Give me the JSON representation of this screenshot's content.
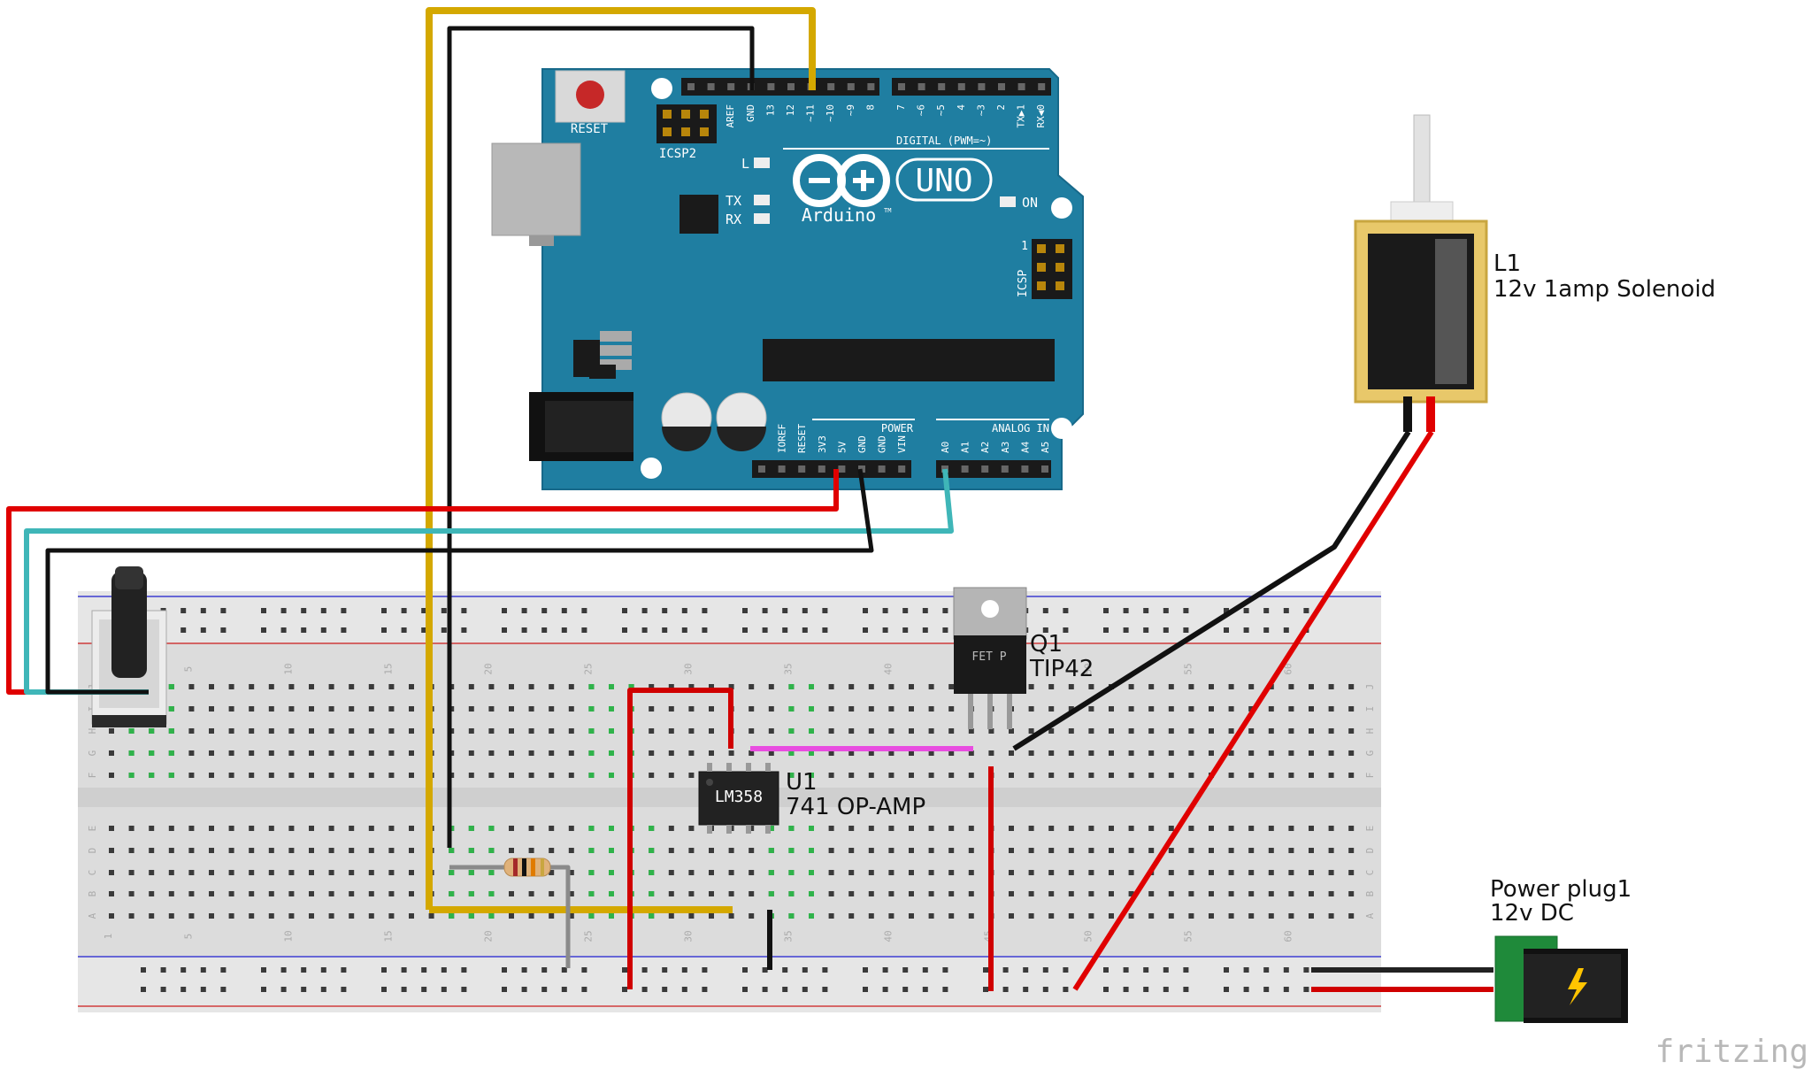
{
  "arduino": {
    "board_name": "UNO",
    "brand": "Arduino",
    "tm": "TM",
    "reset_label": "RESET",
    "icsp2_label": "ICSP2",
    "icsp_label": "ICSP",
    "icsp_pin1": "1",
    "led_l": "L",
    "led_tx": "TX",
    "led_rx": "RX",
    "led_on": "ON",
    "digital_header_label": "DIGITAL (PWM=~)",
    "power_header_label": "POWER",
    "analog_header_label": "ANALOG IN",
    "digital_pins_left": [
      "AREF",
      "GND",
      "13",
      "12",
      "~11",
      "~10",
      "~9",
      "8"
    ],
    "digital_pins_right": [
      "7",
      "~6",
      "~5",
      "4",
      "~3",
      "2",
      "TX▶1",
      "RX◀0"
    ],
    "power_pins": [
      "IOREF",
      "RESET",
      "3V3",
      "5V",
      "GND",
      "GND",
      "VIN"
    ],
    "analog_pins": [
      "A0",
      "A1",
      "A2",
      "A3",
      "A4",
      "A5"
    ]
  },
  "solenoid": {
    "ref": "L1",
    "desc": "12v 1amp Solenoid"
  },
  "transistor": {
    "ref": "Q1",
    "desc": "TIP42",
    "body_text": "FET P"
  },
  "opamp": {
    "ref": "U1",
    "desc": "741 OP-AMP",
    "chip_text": "LM358"
  },
  "power_plug": {
    "ref": "Power plug1",
    "desc": "12v DC"
  },
  "breadboard": {
    "col_numbers": [
      "1",
      "5",
      "10",
      "15",
      "20",
      "25",
      "30",
      "35",
      "40",
      "45",
      "50",
      "55",
      "60"
    ],
    "row_letters_top": [
      "J",
      "I",
      "H",
      "G",
      "F"
    ],
    "row_letters_bottom": [
      "E",
      "D",
      "C",
      "B",
      "A"
    ]
  },
  "watermark": "fritzing",
  "colors": {
    "board_blue": "#1f7ea1",
    "wire_red": "#e00000",
    "wire_black": "#111111",
    "wire_yellow": "#d4a800",
    "wire_cyan": "#3fb6b8",
    "wire_pink": "#e84de0",
    "wire_gray": "#8a8a8a"
  }
}
